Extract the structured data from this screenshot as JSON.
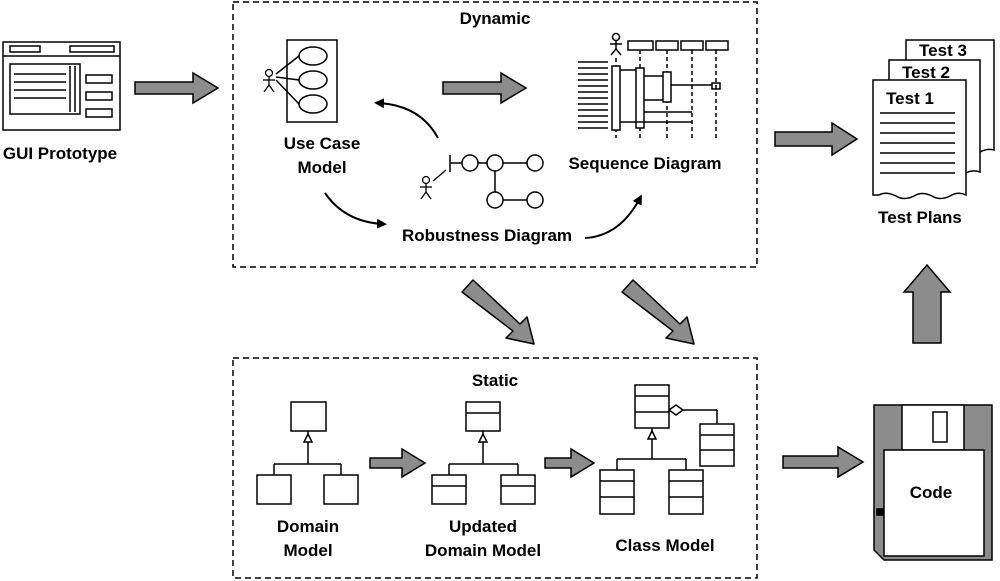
{
  "groups": {
    "dynamic": "Dynamic",
    "static": "Static"
  },
  "labels": {
    "gui_prototype": "GUI Prototype",
    "use_case_line1": "Use Case",
    "use_case_line2": "Model",
    "robustness": "Robustness Diagram",
    "sequence": "Sequence Diagram",
    "test_plans": "Test Plans",
    "test1": "Test 1",
    "test2": "Test 2",
    "test3": "Test 3",
    "domain_line1": "Domain",
    "domain_line2": "Model",
    "updated_line1": "Updated",
    "updated_line2": "Domain Model",
    "class_model": "Class Model",
    "code": "Code"
  },
  "colors": {
    "arrow_fill": "#8c8c8c",
    "stroke": "#000000",
    "background": "#ffffff"
  }
}
